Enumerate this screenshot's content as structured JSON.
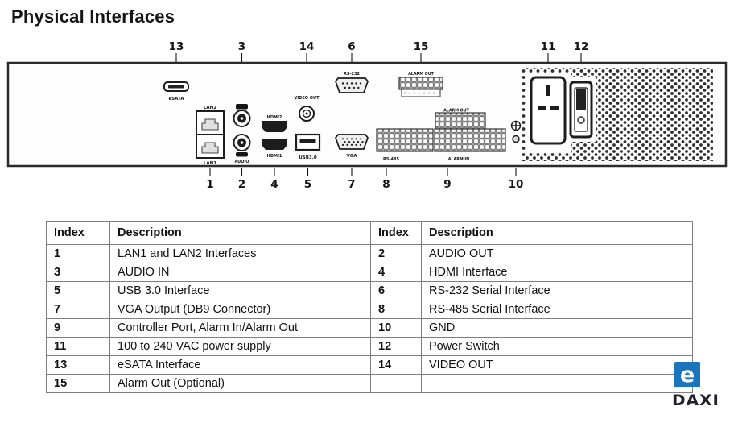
{
  "page": {
    "title": "Physical Interfaces"
  },
  "diagram": {
    "top_callouts": [
      "13",
      "3",
      "14",
      "6",
      "15",
      "11",
      "12"
    ],
    "bottom_callouts": [
      "1",
      "2",
      "4",
      "5",
      "7",
      "8",
      "9",
      "10"
    ],
    "labels": {
      "esata": "eSATA",
      "lan2": "LAN2",
      "lan1": "LAN1",
      "audio": "AUDIO",
      "hdmi2": "HDMI2",
      "hdmi1": "HDMI1",
      "video_out": "VIDEO OUT",
      "usb3": "USB3.0",
      "rs232": "RS-232",
      "vga": "VGA",
      "alarm_out_top": "ALARM OUT",
      "alarm_out_mid": "ALARM OUT",
      "rs485": "RS-485",
      "alarm_in": "ALARM IN"
    }
  },
  "table": {
    "headers": [
      "Index",
      "Description",
      "Index",
      "Description"
    ],
    "rows": [
      [
        "1",
        "LAN1 and LAN2 Interfaces",
        "2",
        "AUDIO OUT"
      ],
      [
        "3",
        "AUDIO IN",
        "4",
        "HDMI Interface"
      ],
      [
        "5",
        "USB 3.0 Interface",
        "6",
        "RS-232 Serial Interface"
      ],
      [
        "7",
        "VGA Output (DB9 Connector)",
        "8",
        "RS-485 Serial Interface"
      ],
      [
        "9",
        "Controller Port, Alarm In/Alarm Out",
        "10",
        "GND"
      ],
      [
        "11",
        "100 to 240 VAC power supply",
        "12",
        "Power Switch"
      ],
      [
        "13",
        "eSATA Interface",
        "14",
        "VIDEO OUT"
      ],
      [
        "15",
        "Alarm Out (Optional)",
        "",
        ""
      ]
    ]
  },
  "logo": {
    "letter": "e",
    "text": "DAXI"
  }
}
